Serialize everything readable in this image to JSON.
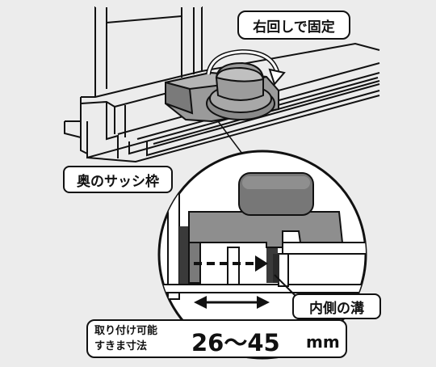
{
  "labels": {
    "rotate_to_fix": "右回しで固定",
    "back_sash_frame": "奥のサッシ枠",
    "inner_groove": "内側の溝"
  },
  "spec": {
    "caption_line1": "取り付け可能",
    "caption_line2": "すきま寸法",
    "value": "26〜45",
    "unit": "mm"
  },
  "colors": {
    "background": "#ececec",
    "device_gray": "#8c8c8c",
    "device_dark": "#6e6e6e",
    "outline": "#111111"
  }
}
